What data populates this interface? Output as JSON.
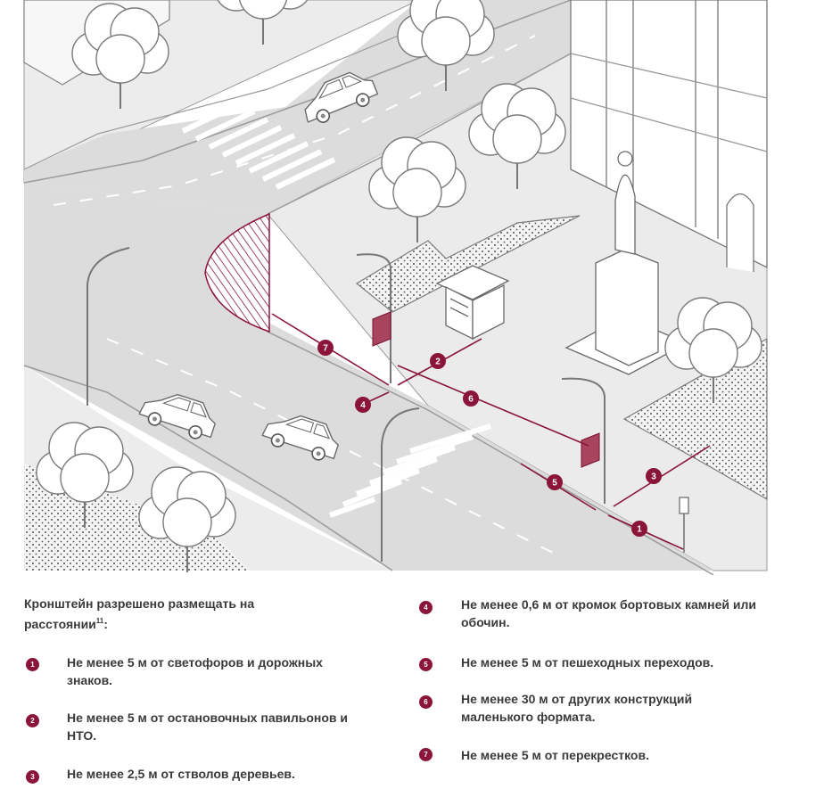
{
  "intro": {
    "text": "Кронштейн разрешено размещать на расстоянии",
    "footnote": "11",
    "colon": ":"
  },
  "rules": [
    {
      "number": "1",
      "text": "Не менее 5 м от светофоров и дорожных знаков."
    },
    {
      "number": "2",
      "text": "Не менее 5 м от остановочных павильонов и НТО."
    },
    {
      "number": "3",
      "text": "Не менее 2,5 м от стволов деревьев."
    },
    {
      "number": "4",
      "text": "Не менее 0,6 м от кромок бортовых камней или обочин."
    },
    {
      "number": "5",
      "text": "Не менее 5 м от пешеходных переходов."
    },
    {
      "number": "6",
      "text": "Не менее 30 м от других конструкций маленького формата."
    },
    {
      "number": "7",
      "text": "Не менее 5 м от перекрестков."
    }
  ],
  "colors": {
    "accent": "#8a1538",
    "road": "#d9d9d9",
    "sidewalk": "#ebebeb",
    "line": "#8c8c8c"
  },
  "icons": [
    "tree-icon",
    "car-icon",
    "street-lamp-icon",
    "kiosk-icon",
    "monument-icon",
    "road-sign-icon",
    "billboard-icon"
  ]
}
